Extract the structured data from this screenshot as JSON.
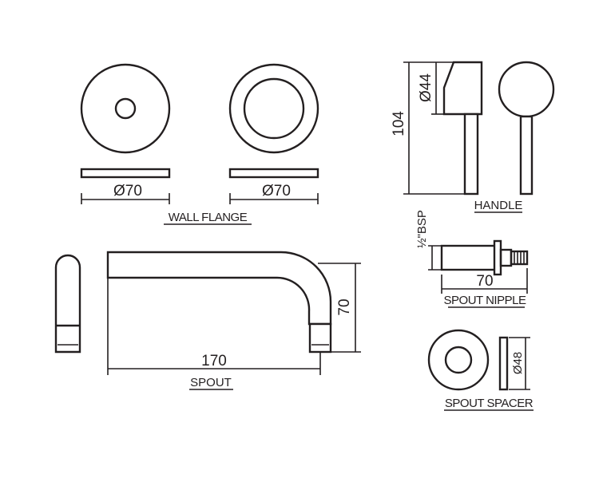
{
  "colors": {
    "line": "#231f20",
    "background": "#ffffff"
  },
  "wall_flange": {
    "caption": "WALL FLANGE",
    "dim_left": "Ø70",
    "dim_right": "Ø70"
  },
  "handle": {
    "caption": "HANDLE",
    "dim_height": "104",
    "dim_diameter": "Ø44"
  },
  "spout_nipple": {
    "caption": "SPOUT NIPPLE",
    "dim_thread": "½\"BSP",
    "dim_length": "70"
  },
  "spout": {
    "caption": "SPOUT",
    "dim_length": "170",
    "dim_height": "70"
  },
  "spout_spacer": {
    "caption": "SPOUT SPACER",
    "dim_diameter": "Ø48"
  }
}
